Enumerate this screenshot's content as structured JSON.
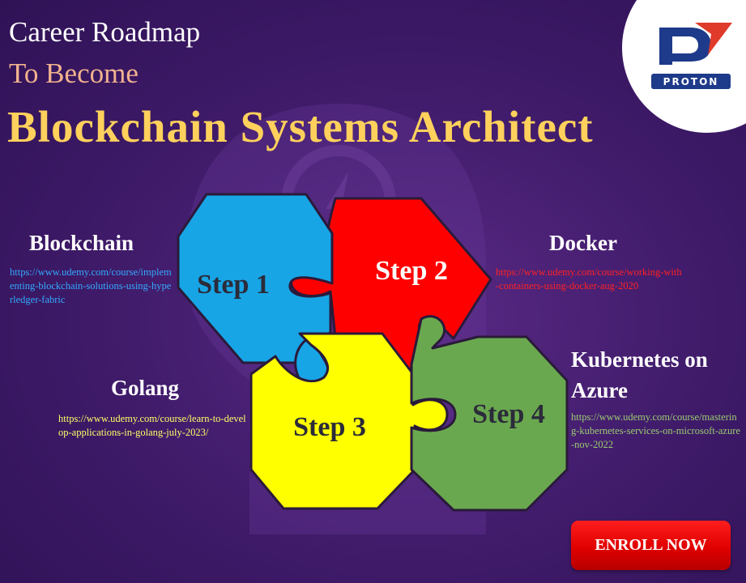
{
  "header": {
    "line1": "Career Roadmap",
    "line2": "To Become",
    "line3": "Blockchain Systems Architect"
  },
  "logo": {
    "text": "PROTON",
    "icon": "proton-logo-icon"
  },
  "steps": [
    {
      "label": "Step 1",
      "topic": "Blockchain",
      "url": "https://www.udemy.com/course/implementing-blockchain-solutions-using-hyperledger-fabric",
      "color": "#1aa6e8"
    },
    {
      "label": "Step 2",
      "topic": "Docker",
      "url": "https://www.udemy.com/course/working-with-containers-using-docker-aug-2020",
      "color": "#ff0000"
    },
    {
      "label": "Step 3",
      "topic": "Golang",
      "url": "https://www.udemy.com/course/learn-to-develop-applications-in-golang-july-2023/",
      "color": "#ffff00"
    },
    {
      "label": "Step 4",
      "topic": "Kubernetes on Azure",
      "url": "https://www.udemy.com/course/mastering-kubernetes-services-on-microsoft-azure-nov-2022",
      "color": "#6aa84f"
    }
  ],
  "link_colors": {
    "step1": "#33aaff",
    "step2": "#ff2222",
    "step3": "#ffff66",
    "step4": "#9acd70"
  },
  "cta": {
    "label": "ENROLL NOW",
    "color": "#e00000"
  },
  "colors": {
    "background": "#3e1a68",
    "title_accent": "#ffd15c",
    "subtitle": "#f2b28f"
  }
}
